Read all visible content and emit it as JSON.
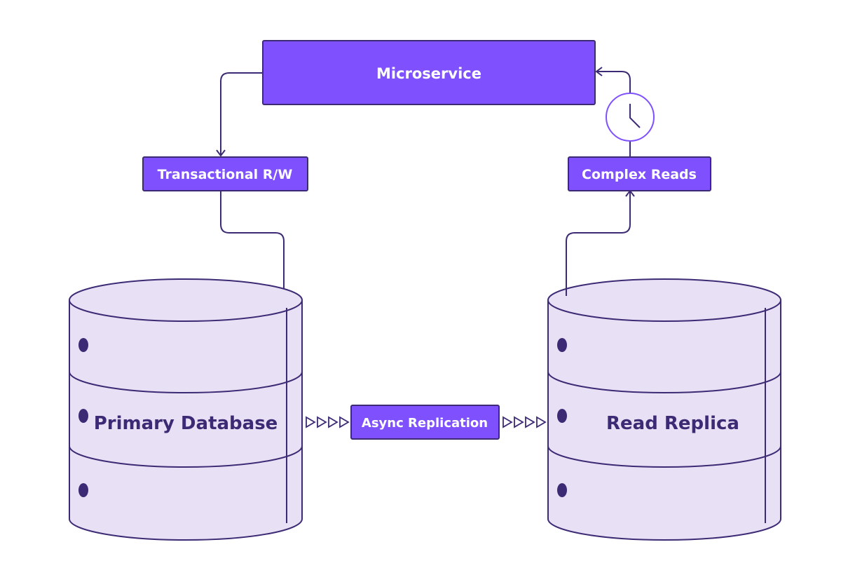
{
  "colors": {
    "box_fill": "#7f51fe",
    "stroke": "#3d2a74",
    "cylinder_fill": "#e8e0f5",
    "db_text": "#3d2a74",
    "dot": "#3d2a74",
    "clock_stroke": "#7f51fe",
    "background": "#ffffff"
  },
  "nodes": {
    "microservice": {
      "label": "Microservice"
    },
    "transactional": {
      "label": "Transactional R/W"
    },
    "complex_reads": {
      "label": "Complex Reads"
    },
    "async_replication": {
      "label": "Async Replication"
    },
    "primary_db": {
      "label": "Primary Database"
    },
    "read_replica": {
      "label": "Read Replica"
    }
  },
  "icons": {
    "clock": "clock-icon"
  }
}
